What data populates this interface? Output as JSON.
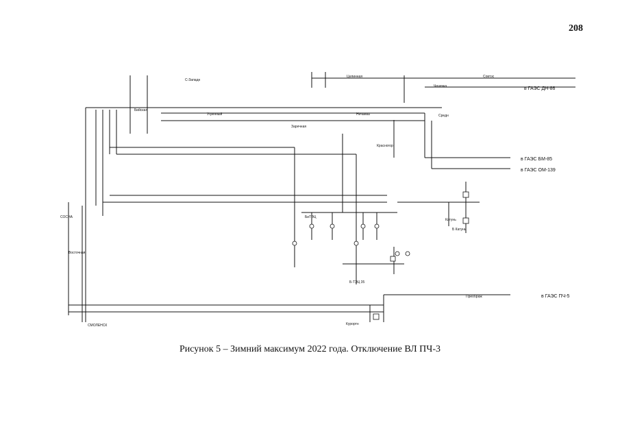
{
  "page_number": "208",
  "caption": "Рисунок 5 – Зимний максимум 2022 года. Отключение ВЛ ПЧ-3",
  "diagram": {
    "labels": {
      "gaes_dn86": "в ГАЭС ДН-86",
      "gaes_bm85": "в ГАЭС БМ-85",
      "gaes_om139": "в ГАЭС ОМ-139",
      "gaes_pch5": "в ГАЭС ПЧ-5",
      "zarechnaya": "Заречная",
      "sosna": "СОСНА",
      "bitgu": "БиТЭЦ",
      "b_tec35": "Б-ТЭЦ 35",
      "smolensk": "СМОЛЕНСК",
      "preobrag": "Преображ",
      "kurortn": "Курортн",
      "sovtyes": "Совтэс",
      "sredn": "Средн",
      "chechenka": "Ченечка",
      "katun": "Катунь",
      "beysk": "Бийская",
      "s_zapad": "С-Западн",
      "vagrenny": "Угренный",
      "celinnaya": "Целинная",
      "krasnog": "Красногор",
      "nechaeva": "Нечаева",
      "b_katun": "Б Катунь",
      "vosrosh": "Восточная"
    }
  }
}
